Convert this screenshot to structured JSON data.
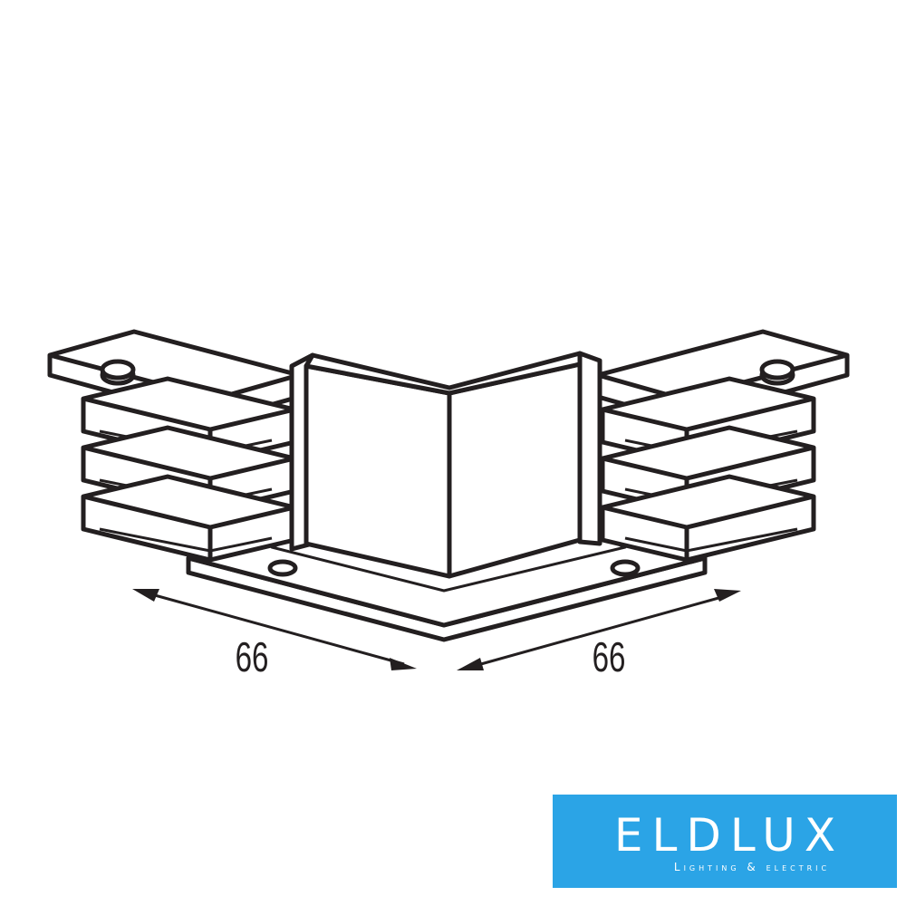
{
  "dimensions": {
    "left_label": "66",
    "right_label": "66"
  },
  "logo": {
    "name": "ELDLUX",
    "tagline": "Lighting & electric",
    "background_color": "#2ba4e6",
    "text_color": "#ffffff"
  },
  "drawing": {
    "stroke_color": "#231f20",
    "fill_color": "#ffffff"
  }
}
